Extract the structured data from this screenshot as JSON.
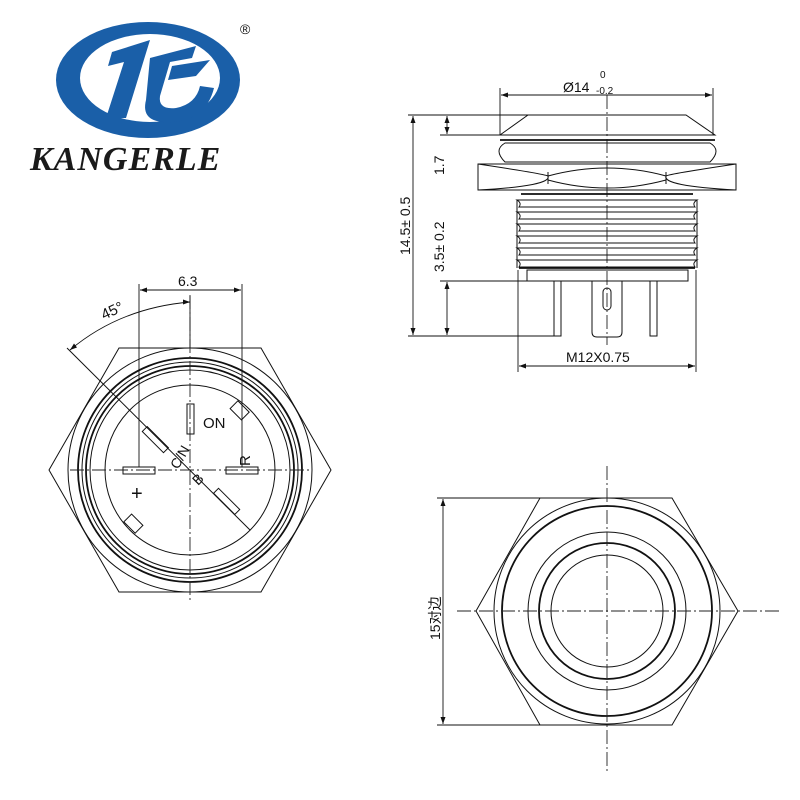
{
  "logo": {
    "brand_name": "KANGERLE",
    "registered_mark": "®",
    "brand_color": "#1a5fa8",
    "text_color": "#1a1a1a"
  },
  "side_view": {
    "dimensions": {
      "head_diameter": "Ø14",
      "head_diameter_tol_upper": "0",
      "head_diameter_tol_lower": "-0.2",
      "total_height": "14.5± 0.5",
      "head_height": "1.7",
      "terminal_length": "3.5± 0.2",
      "thread_spec": "M12X0.75"
    }
  },
  "bottom_view": {
    "dimensions": {
      "terminal_spacing": "6.3",
      "angle": "45°"
    },
    "terminal_labels": {
      "plus": "+",
      "on": "ON",
      "common": "C/N",
      "bulb": "B",
      "reset": "R"
    }
  },
  "front_view": {
    "dimensions": {
      "across_flats": "15对边"
    }
  },
  "colors": {
    "line": "#111111",
    "background": "#ffffff"
  }
}
